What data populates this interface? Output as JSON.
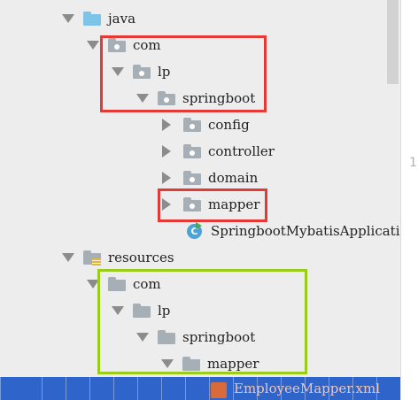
{
  "tree": {
    "java": "java",
    "com": "com",
    "lp": "lp",
    "springboot": "springboot",
    "config": "config",
    "controller": "controller",
    "domain": "domain",
    "mapper": "mapper",
    "app_class": "SpringbootMybatisApplication",
    "class_icon_letter": "C",
    "resources": "resources",
    "res_com": "com",
    "res_lp": "lp",
    "res_springboot": "springboot",
    "res_mapper": "mapper",
    "xml_file": "EmployeeMapper.xml"
  },
  "gutter": {
    "mark": "1"
  },
  "colors": {
    "highlight_red": "#e53935",
    "highlight_green": "#9acd1a",
    "selection": "#2f65ca",
    "folder_source": "#7ec3e8",
    "folder_package": "#a7afb6"
  },
  "icons": {
    "expanded": "triangle-down-icon",
    "collapsed": "triangle-right-icon",
    "source_folder": "source-folder-icon",
    "package": "package-icon",
    "resources_folder": "resources-folder-icon",
    "plain_folder": "folder-icon",
    "class": "spring-boot-class-icon",
    "xml": "xml-file-icon"
  }
}
